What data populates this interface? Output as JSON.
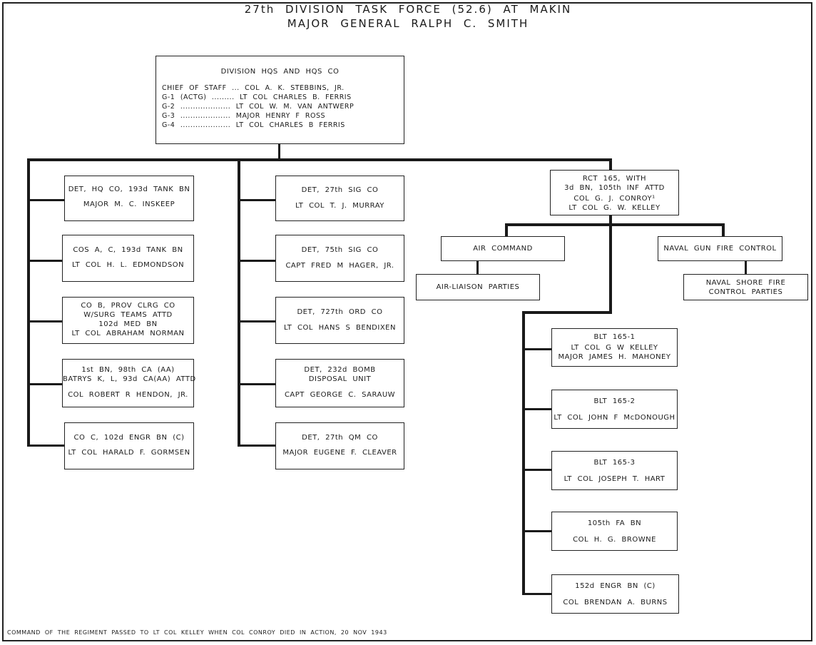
{
  "header": {
    "title": "27th DIVISION TASK FORCE (52.6) AT MAKIN",
    "subtitle": "MAJOR GENERAL RALPH C. SMITH"
  },
  "hq": {
    "heading": "DIVISION HQS AND HQS CO",
    "rows": [
      "CHIEF OF STAFF ... COL A. K. STEBBINS, JR.",
      "G-1 (ACTG) ......... LT COL CHARLES B. FERRIS",
      "G-2 .................... LT COL W. M. VAN ANTWERP",
      "G-3 .................... MAJOR HENRY F ROSS",
      "G-4 .................... LT COL CHARLES B FERRIS"
    ]
  },
  "col1": [
    {
      "lines": [
        "DET, HQ CO, 193d TANK BN",
        "MAJOR M. C. INSKEEP"
      ]
    },
    {
      "lines": [
        "COS A, C, 193d TANK BN",
        "LT COL H. L. EDMONDSON"
      ]
    },
    {
      "lines": [
        "CO B, PROV CLRG CO",
        "W/SURG TEAMS ATTD",
        "102d MED BN",
        "LT COL ABRAHAM NORMAN"
      ]
    },
    {
      "lines": [
        "1st BN, 98th CA (AA)",
        "BATRYS K, L, 93d CA(AA) ATTD",
        "COL ROBERT R HENDON, JR."
      ]
    },
    {
      "lines": [
        "CO C, 102d ENGR BN (C)",
        "LT COL HARALD F. GORMSEN"
      ]
    }
  ],
  "col2": [
    {
      "lines": [
        "DET, 27th SIG CO",
        "LT COL T. J. MURRAY"
      ]
    },
    {
      "lines": [
        "DET, 75th SIG CO",
        "CAPT FRED M HAGER, JR."
      ]
    },
    {
      "lines": [
        "DET, 727th ORD CO",
        "LT COL HANS S BENDIXEN"
      ]
    },
    {
      "lines": [
        "DET, 232d BOMB",
        "DISPOSAL UNIT",
        "CAPT GEORGE C. SARAUW"
      ]
    },
    {
      "lines": [
        "DET, 27th QM CO",
        "MAJOR EUGENE F. CLEAVER"
      ]
    }
  ],
  "rct": {
    "lines": [
      "RCT 165, WITH",
      "3d BN, 105th INF ATTD",
      "COL G. J. CONROY¹",
      "LT COL G. W. KELLEY"
    ]
  },
  "air": {
    "command": "AIR COMMAND",
    "liaison": "AIR-LIAISON PARTIES"
  },
  "naval": {
    "gunfire": "NAVAL GUN FIRE CONTROL",
    "shore": [
      "NAVAL SHORE FIRE",
      "CONTROL PARTIES"
    ]
  },
  "col3": [
    {
      "lines": [
        "BLT 165-1",
        "LT COL G W KELLEY",
        "MAJOR JAMES H. MAHONEY"
      ]
    },
    {
      "lines": [
        "BLT 165-2",
        "LT COL JOHN F McDONOUGH"
      ]
    },
    {
      "lines": [
        "BLT 165-3",
        "LT COL JOSEPH T. HART"
      ]
    },
    {
      "lines": [
        "105th FA BN",
        "COL H. G. BROWNE"
      ]
    },
    {
      "lines": [
        "152d ENGR BN (C)",
        "COL BRENDAN A. BURNS"
      ]
    }
  ],
  "footnote": "COMMAND OF THE REGIMENT PASSED TO LT COL KELLEY WHEN COL CONROY DIED IN ACTION, 20 NOV 1943"
}
